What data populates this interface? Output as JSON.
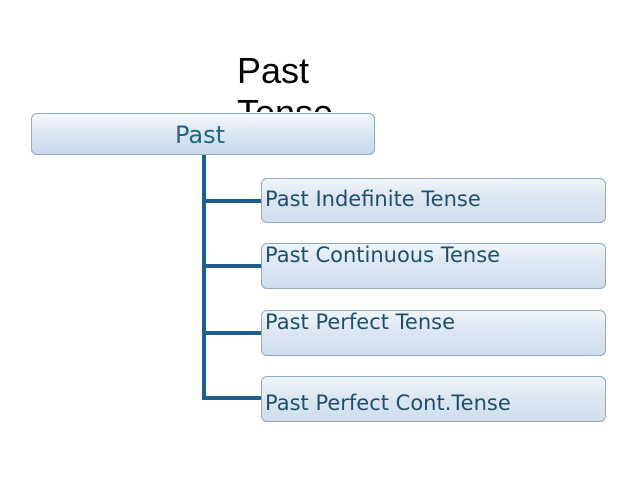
{
  "diagram": {
    "title": "Past Tense",
    "root": {
      "label": "Past"
    },
    "children": [
      {
        "label": "Past Indefinite Tense"
      },
      {
        "label": "Past Continuous Tense"
      },
      {
        "label": "Past Perfect Tense"
      },
      {
        "label": "Past Perfect Cont.Tense"
      }
    ],
    "colors": {
      "connector": "#1f5f8b",
      "box_border": "#8fa9c6",
      "box_fill": "#d9e5f1",
      "root_text": "#1f6680",
      "child_text": "#1f4f6b"
    }
  }
}
